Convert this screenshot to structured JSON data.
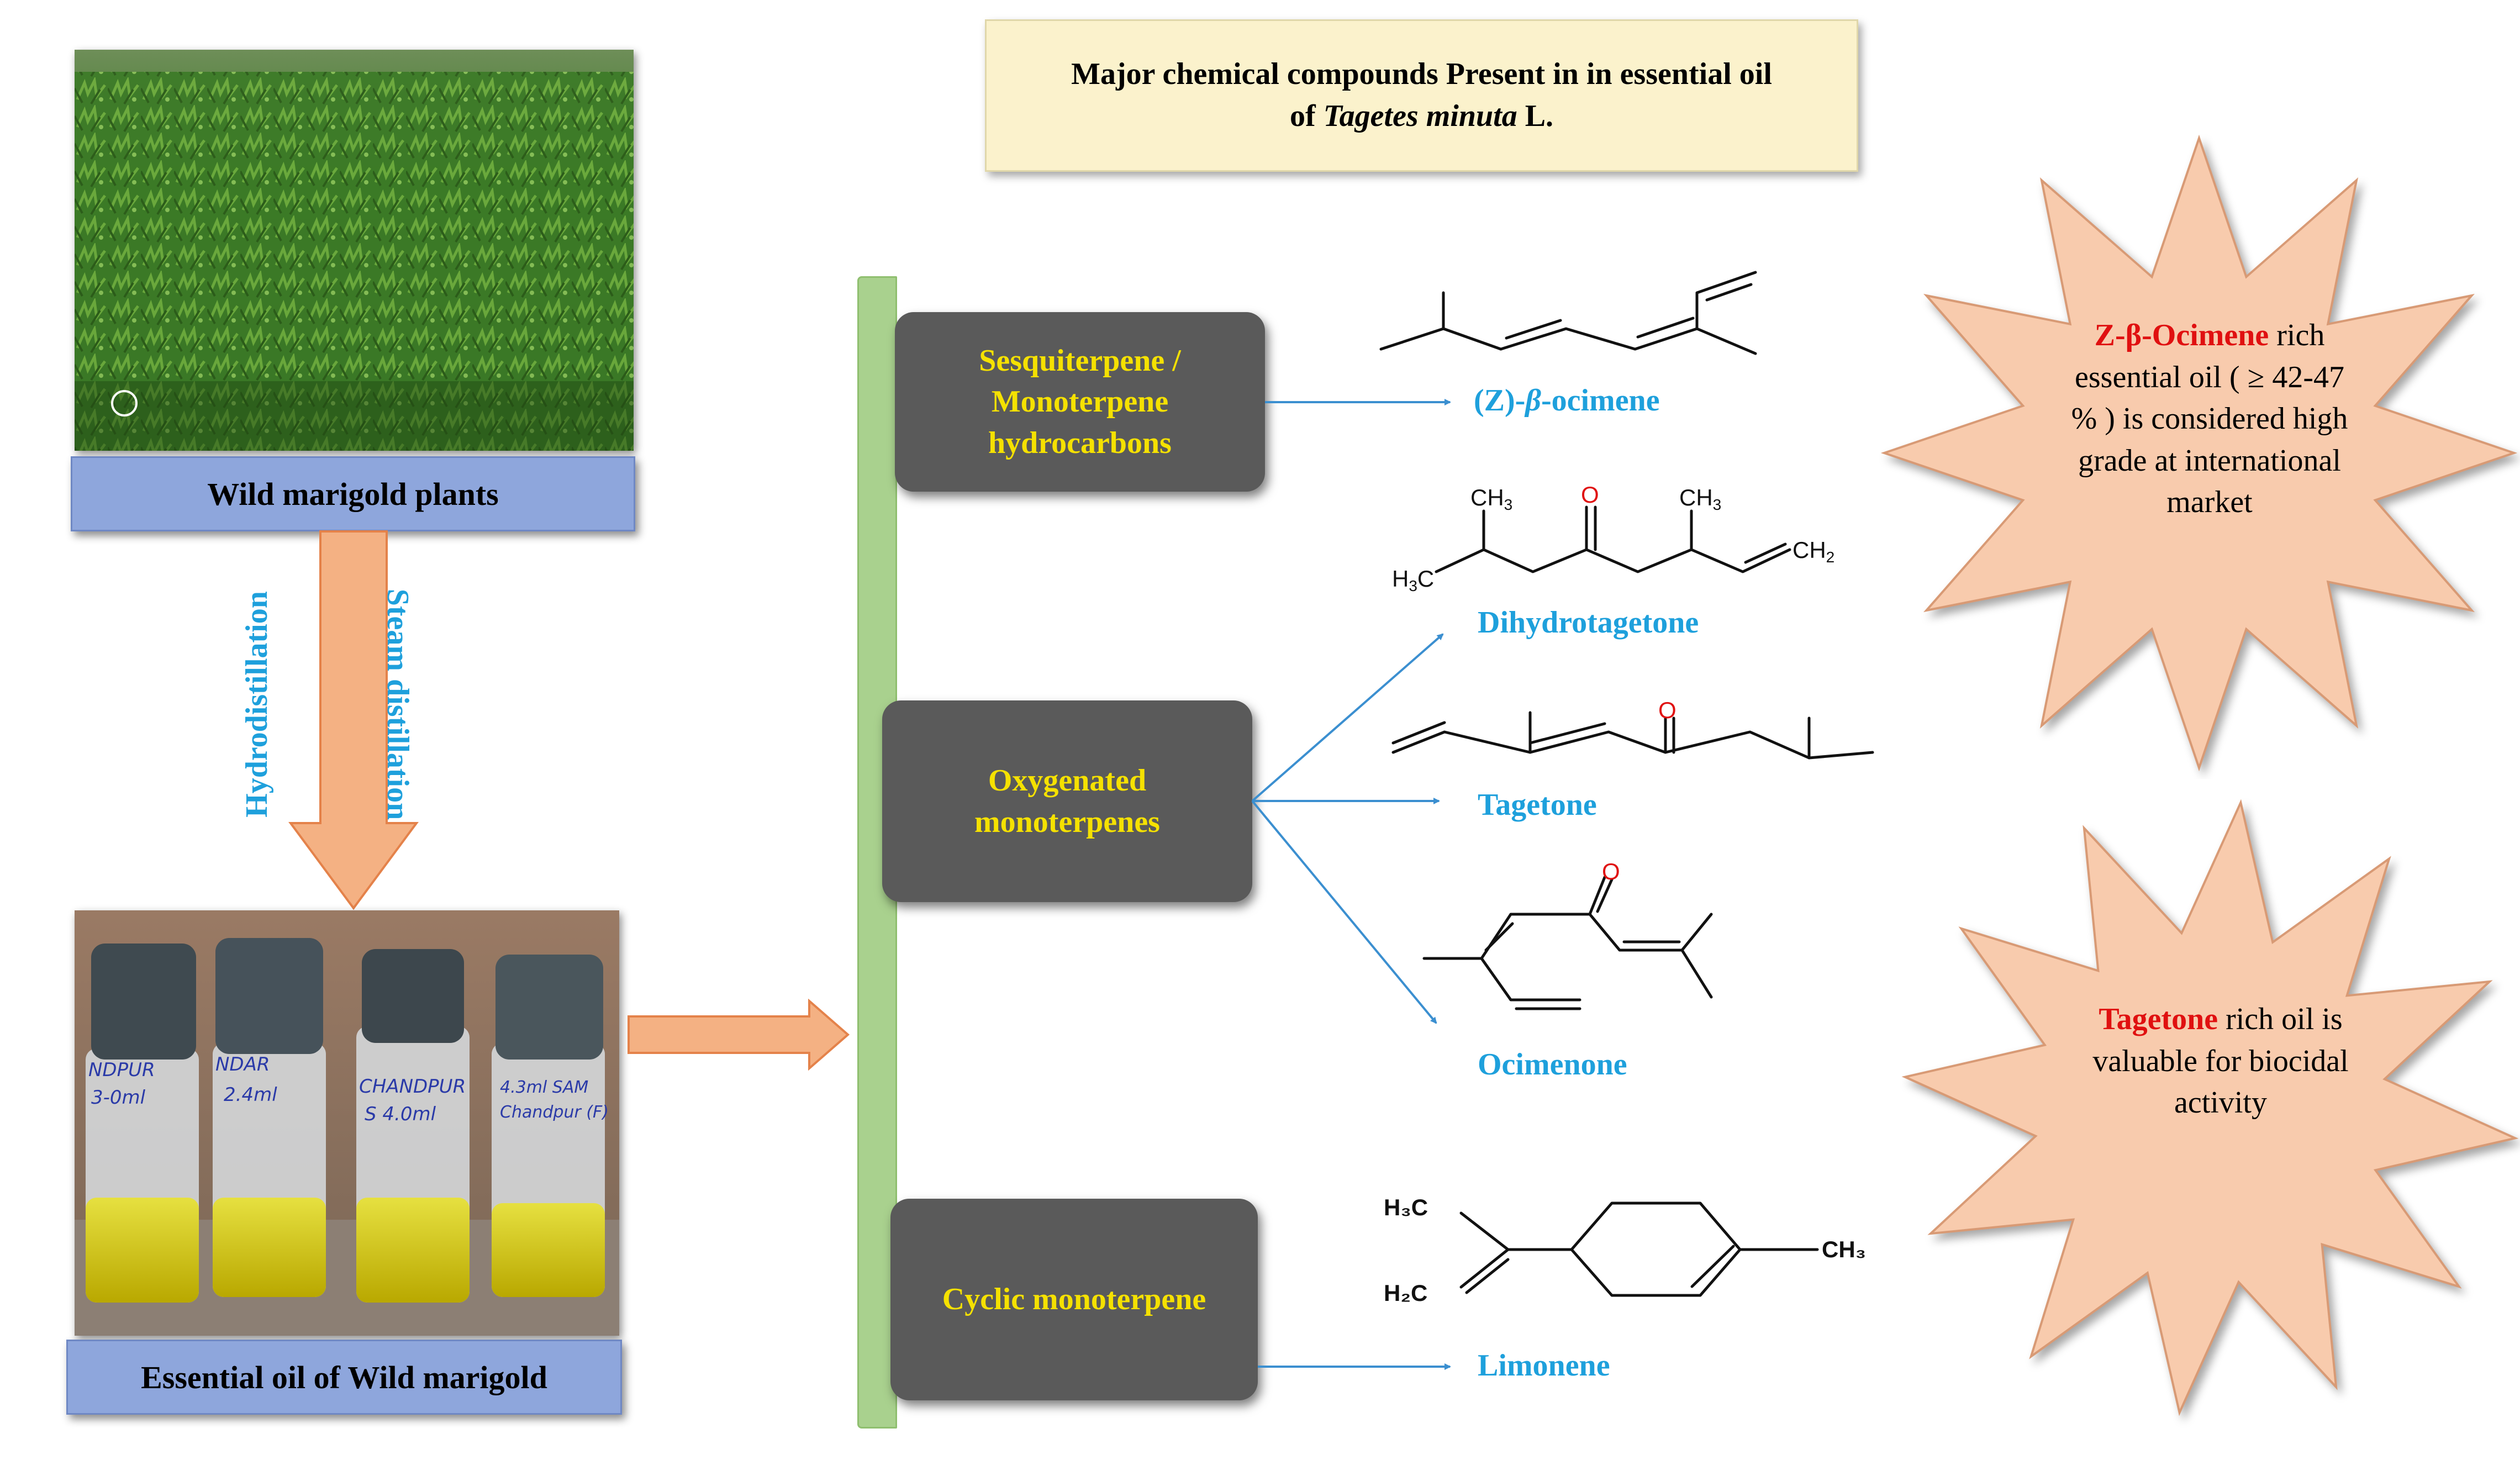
{
  "title": {
    "line1": "Major chemical compounds Present in in essential oil",
    "line2_pre": "of ",
    "line2_italic": "Tagetes minuta",
    "line2_post": " L."
  },
  "left": {
    "plants_caption": "Wild marigold plants",
    "oil_caption": "Essential oil of Wild marigold",
    "method1": "Hydrodistillation",
    "method2": "Steam distillation",
    "vial_labels": [
      "NDPUR",
      "3-0ml",
      "NDAR",
      "2.4ml",
      "CHANDPUR",
      "S 4.0ml",
      "4.3ml SAM",
      "Chandpur (F)"
    ]
  },
  "categories": [
    {
      "lines": [
        "Sesquiterpene /",
        "Monoterpene",
        "hydrocarbons"
      ]
    },
    {
      "lines": [
        "Oxygenated",
        "monoterpenes"
      ]
    },
    {
      "lines": [
        "Cyclic monoterpene"
      ]
    }
  ],
  "compounds": {
    "ocimene_pre": "(Z)-",
    "ocimene_beta": "β",
    "ocimene_post": "-ocimene",
    "dihydrotagetone": "Dihydrotagetone",
    "tagetone": "Tagetone",
    "ocimenone": "Ocimenone",
    "limonene": "Limonene"
  },
  "atoms": {
    "ch3": "CH",
    "sub3": "3",
    "h3c_h": "H",
    "h3c_c": "C",
    "ch2": "CH",
    "sub2": "2",
    "o": "O",
    "limonene_h3c": "H₃C",
    "limonene_h2c": "H₂C",
    "limonene_ch3": "CH₃"
  },
  "stars": {
    "top": {
      "highlight": "Z-β-Ocimene",
      "line1_rest": " rich",
      "line2": "essential oil ( ≥ 42-47",
      "line3": "% ) is considered high",
      "line4": "grade at international",
      "line5": "market"
    },
    "bottom": {
      "highlight": "Tagetone",
      "line1_rest": " rich oil is",
      "line2": "valuable for biocidal",
      "line3": "activity"
    }
  },
  "colors": {
    "caption_bg": "#8ea6dc",
    "title_bg": "#fbf2cc",
    "category_bg": "#5a5a5a",
    "category_text": "#f5e100",
    "compound_text": "#1ea0dc",
    "arrow_fill": "#f4b183",
    "arrow_stroke": "#e4824a",
    "bracket": "#a9d18e",
    "star_fill": "#f8cbad",
    "highlight": "#e01010",
    "oxygen": "#e01010"
  }
}
